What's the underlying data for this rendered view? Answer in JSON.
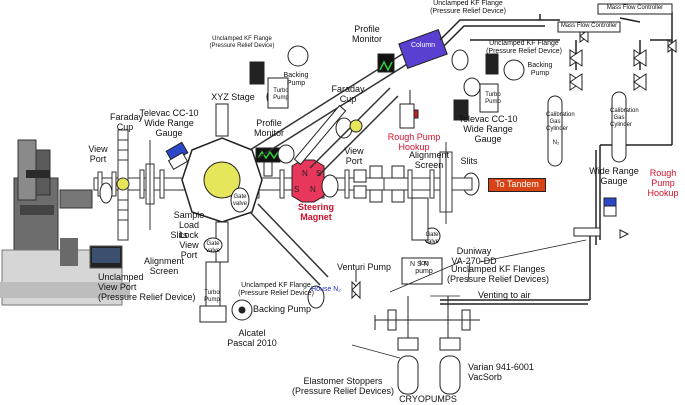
{
  "labels": {
    "faraday_cup_left": "Faraday\nCup",
    "view_port_left": "View\nPort",
    "televac_left": "Televac CC-10\nWide Range\nGauge",
    "xyz_stage": "XYZ Stage",
    "slits_left": "Slits",
    "sample_load": "Sample\nLoad\nLock\nView\nPort",
    "alignment_screen_left": "Alignment\nScreen",
    "unclamped_view_port": "Unclamped\nView Port\n(Pressure Relief Device)",
    "profile_monitor_left": "Profile\nMonitor",
    "steering_magnet": "Steering\nMagnet",
    "gate_valve": "Gate\nvalve",
    "turbo_pump": "Turbo\nPump",
    "unclamped_kf_left": "Unclamped KF Flange\n(Pressure Relief Device)",
    "backing_pump_left": "Backing Pump",
    "alcatel": "Alcatel\nPascal 2010",
    "unclamped_kf_top": "Unclamped KF Flange\n(Pressure Relief Device)",
    "backing_pump_top": "Backing\nPump",
    "faraday_cup_center": "Faraday\nCup",
    "view_port_center": "View\nPort",
    "profile_monitor_top": "Profile\nMonitor",
    "unclamped_kf_top_right": "Unclamped KF Flange\n(Pressure Relief Device)",
    "column": "Column",
    "unclamped_kf_right": "Unclamped KF Flange\n(Pressure Relief Device)",
    "backing_pump_right": "Backing\nPump",
    "rough_pump_hookup_center": "Rough Pump\nHookup",
    "televac_right": "Televac CC-10\nWide Range\nGauge",
    "alignment_screen_center": "Alignment\nScreen",
    "slits_right": "Slits",
    "to_tandem": "To Tandem",
    "ion_pump": "Ion\npump",
    "duniway": "Duniway\nVA-270-DD",
    "venturi_pump": "Venturi Pump",
    "house_n2": "House N₂",
    "unclamped_kf_flanges": "Unclamped KF Flanges\n(Pressure Relief Devices)",
    "venting": "Venting to air",
    "varian": "Varian 941-6001\nVacSorb",
    "elastomer": "Elastomer Stoppers\n(Pressure Relief Devices)",
    "cryopumps": "CRYOPUMPS",
    "mass_flow_1": "Mass Flow Controller",
    "mass_flow_2": "Mass Flow Controller",
    "wide_range_gauge": "Wide Range\nGauge",
    "rough_pump_hookup_right": "Rough\nPump\nHookup",
    "cylinder_1": "Calibration\nGas\nCylinder",
    "cylinder_2": "Calibration\nGas\nCylinder",
    "n2": "N₂",
    "magnet_n": "N",
    "magnet_s": "S"
  },
  "colors": {
    "accent_red": "#d0102a",
    "tag_orange": "#d84315",
    "magnet_red": "#e8375a",
    "column_purple": "#5b3fd0",
    "gauge_blue": "#2a48c8",
    "target_yellow": "#e6e65a",
    "monitor_green": "#1a8a2a"
  }
}
